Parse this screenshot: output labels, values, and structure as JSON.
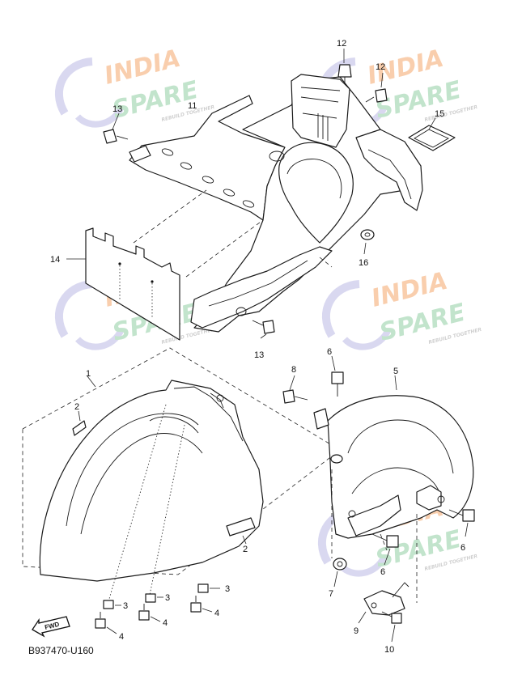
{
  "diagram_code": "B937470-U160",
  "fwd_label": "FWD",
  "watermark": {
    "line1": "INDIA",
    "line2": "SPARE",
    "tagline": "REBUILD TOGETHER",
    "colors": {
      "orange": "#f6b98a",
      "green": "#a8d8b6",
      "purple": "#c9c8ea"
    }
  },
  "callouts": {
    "c1": "1",
    "c2a": "2",
    "c2b": "2",
    "c3a": "3",
    "c3b": "3",
    "c3c": "3",
    "c4a": "4",
    "c4b": "4",
    "c4c": "4",
    "c5": "5",
    "c6a": "6",
    "c6b": "6",
    "c6c": "6",
    "c7": "7",
    "c8": "8",
    "c9": "9",
    "c10": "10",
    "c11": "11",
    "c12a": "12",
    "c12b": "12",
    "c13a": "13",
    "c13b": "13",
    "c14": "14",
    "c15": "15",
    "c16": "16"
  }
}
